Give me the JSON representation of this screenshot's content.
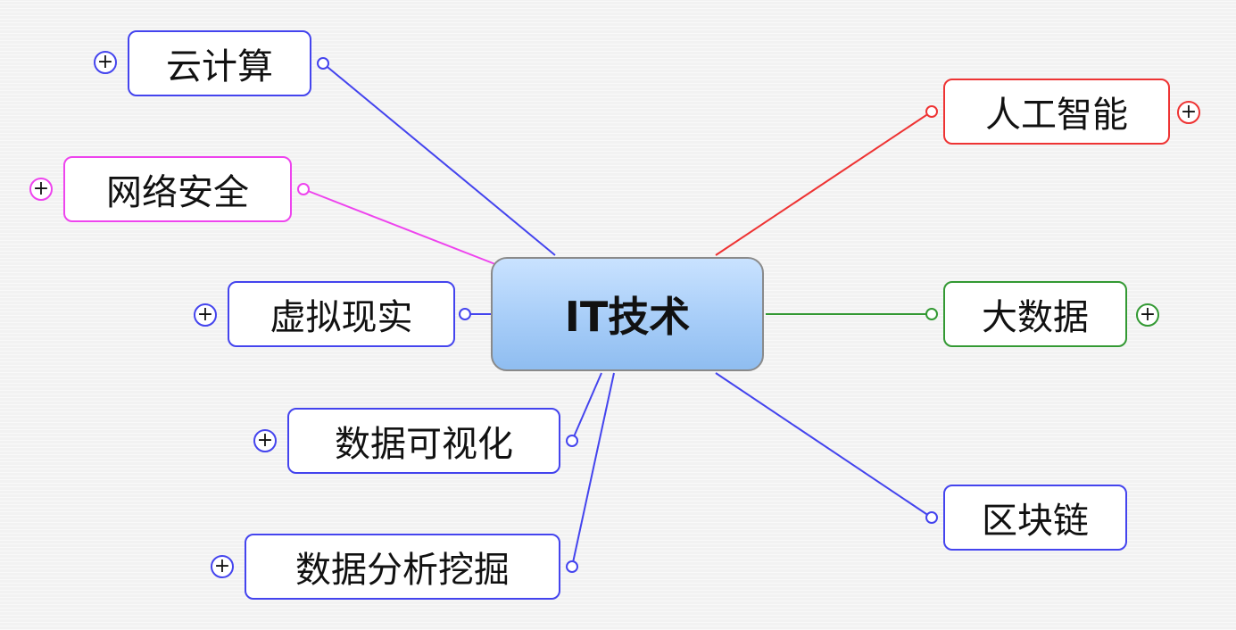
{
  "mindmap": {
    "central_label": "IT技术",
    "branches": [
      {
        "id": "cloud",
        "label": "云计算",
        "color": "#4444ee",
        "collapsed": true
      },
      {
        "id": "netsec",
        "label": "网络安全",
        "color": "#ee44ee",
        "collapsed": true
      },
      {
        "id": "vr",
        "label": "虚拟现实",
        "color": "#4444ee",
        "collapsed": true
      },
      {
        "id": "dataviz",
        "label": "数据可视化",
        "color": "#4444ee",
        "collapsed": true
      },
      {
        "id": "datamining",
        "label": "数据分析挖掘",
        "color": "#4444ee",
        "collapsed": true
      },
      {
        "id": "ai",
        "label": "人工智能",
        "color": "#ee3333",
        "collapsed": true
      },
      {
        "id": "bigdata",
        "label": "大数据",
        "color": "#339933",
        "collapsed": true
      },
      {
        "id": "blockchain",
        "label": "区块链",
        "color": "#4444ee",
        "collapsed": false
      }
    ],
    "expand_symbol": "+"
  }
}
